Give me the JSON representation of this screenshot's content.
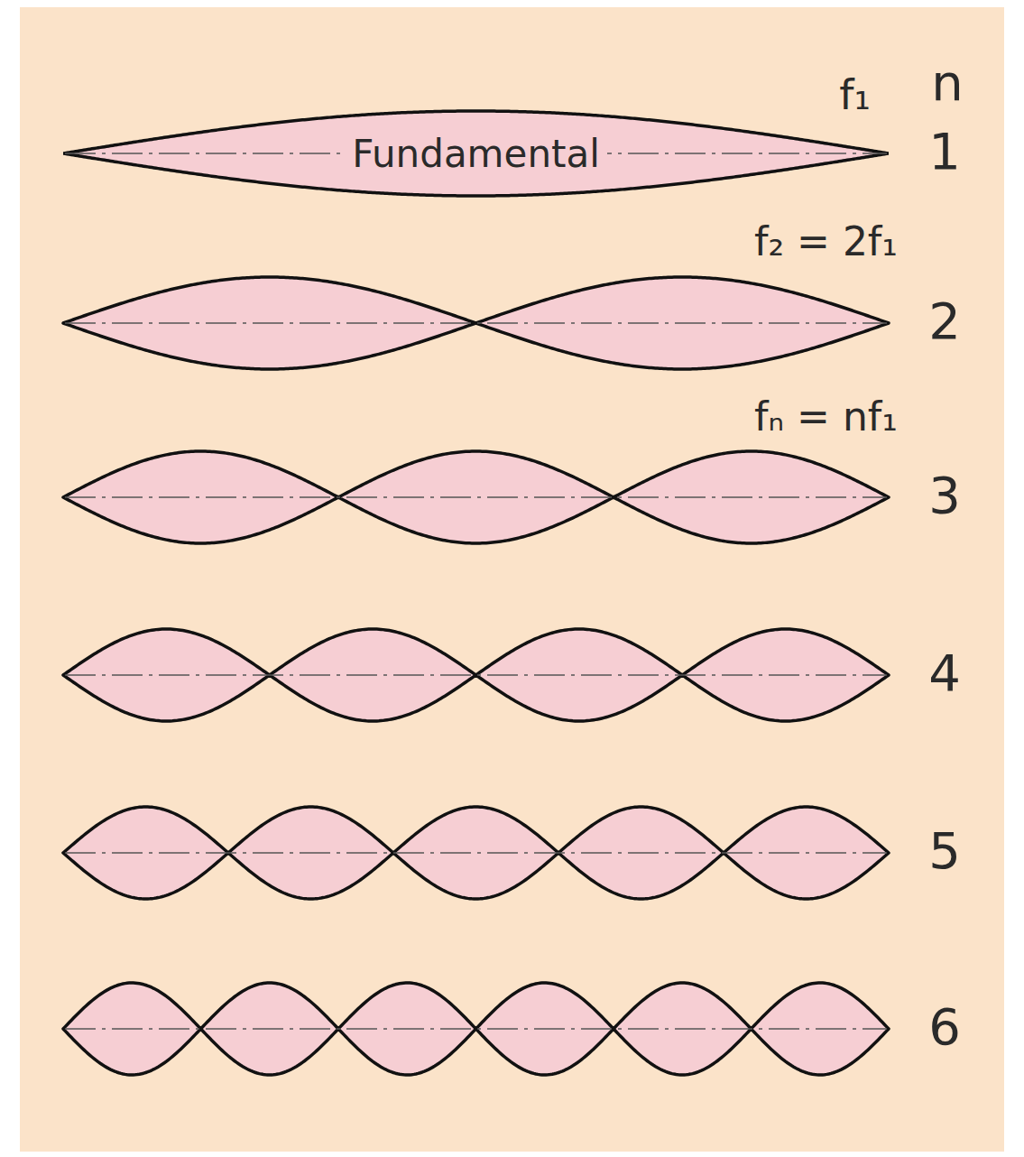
{
  "diagram": {
    "nodes": [
      {
        "text": [
          "Fundamental"
        ]
      }
    ],
    "labels": [
      "f₁",
      "n",
      "1",
      "f₂ = 2f₁",
      "2",
      "fₙ = nf₁",
      "3",
      "4",
      "5",
      "6"
    ]
  }
}
